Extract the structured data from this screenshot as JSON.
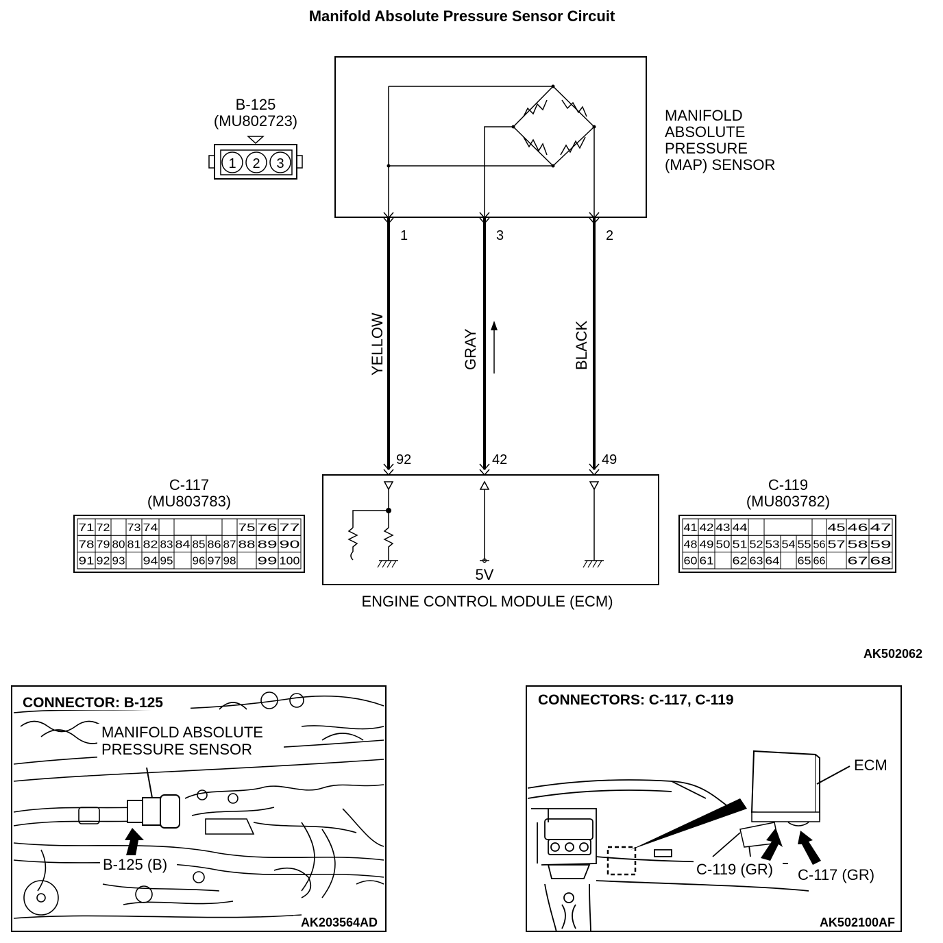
{
  "title": "Manifold Absolute Pressure Sensor Circuit",
  "sensor": {
    "connector_id": "B-125",
    "connector_part": "(MU802723)",
    "pins": [
      "1",
      "2",
      "3"
    ],
    "label_lines": [
      "MANIFOLD",
      "ABSOLUTE",
      "PRESSURE",
      "(MAP) SENSOR"
    ]
  },
  "wires": [
    {
      "sensor_pin": "1",
      "color": "YELLOW",
      "ecm_pin": "92"
    },
    {
      "sensor_pin": "3",
      "color": "GRAY",
      "ecm_pin": "42"
    },
    {
      "sensor_pin": "2",
      "color": "BLACK",
      "ecm_pin": "49"
    }
  ],
  "ecm": {
    "name": "ENGINE CONTROL MODULE (ECM)",
    "supply_voltage": "5V"
  },
  "connector_c117": {
    "id": "C-117",
    "part": "(MU803783)",
    "rows": [
      [
        "71",
        "72",
        "",
        "73",
        "74",
        "",
        "",
        "",
        "",
        "75",
        "76",
        "77"
      ],
      [
        "78",
        "79",
        "80",
        "81",
        "82",
        "83",
        "84",
        "85",
        "86",
        "87",
        "88",
        "89",
        "90"
      ],
      [
        "91",
        "92",
        "93",
        "",
        "94",
        "95",
        "",
        "96",
        "97",
        "98",
        "",
        "99",
        "100"
      ]
    ]
  },
  "connector_c119": {
    "id": "C-119",
    "part": "(MU803782)",
    "rows": [
      [
        "41",
        "42",
        "43",
        "44",
        "",
        "",
        "",
        "",
        "",
        "45",
        "46",
        "47"
      ],
      [
        "48",
        "49",
        "50",
        "51",
        "52",
        "53",
        "54",
        "55",
        "56",
        "57",
        "58",
        "59"
      ],
      [
        "60",
        "61",
        "",
        "62",
        "63",
        "64",
        "",
        "65",
        "66",
        "",
        "67",
        "68"
      ]
    ]
  },
  "diagram_code": "AK502062",
  "photo_left": {
    "heading": "CONNECTOR: B-125",
    "callout_lines": [
      "MANIFOLD ABSOLUTE",
      "PRESSURE SENSOR"
    ],
    "pointer_label": "B-125 (B)",
    "code": "AK203564AD"
  },
  "photo_right": {
    "heading": "CONNECTORS: C-117, C-119",
    "ecm_label": "ECM",
    "c119_label": "C-119 (GR)",
    "c117_label": "C-117 (GR)",
    "code": "AK502100AF"
  }
}
